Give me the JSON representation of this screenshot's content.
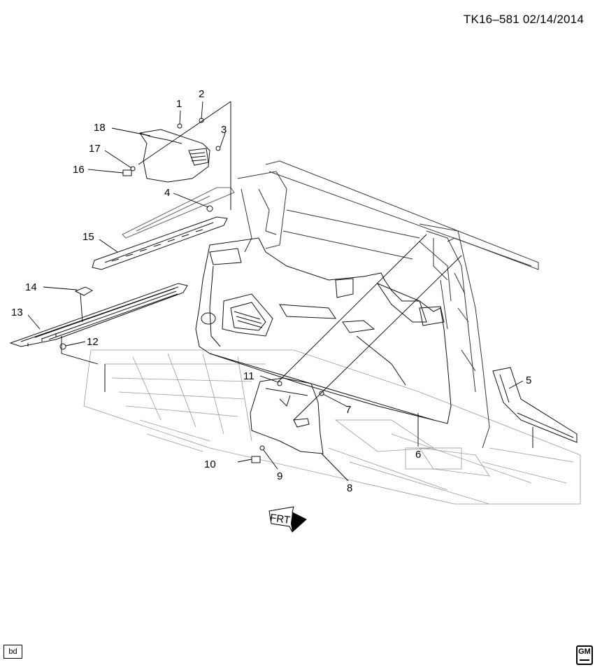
{
  "header": {
    "diagram_code": "TK16–581",
    "date": "02/14/2014"
  },
  "callouts": {
    "c1": "1",
    "c2": "2",
    "c3": "3",
    "c4": "4",
    "c5": "5",
    "c6": "6",
    "c7": "7",
    "c8": "8",
    "c9": "9",
    "c10": "10",
    "c11": "11",
    "c12": "12",
    "c13": "13",
    "c14": "14",
    "c15": "15",
    "c16": "16",
    "c17": "17",
    "c18": "18"
  },
  "direction_arrow": {
    "label": "FRT"
  },
  "footer": {
    "code_box": "bd",
    "logo_text": "GM"
  },
  "icons": [
    "front-direction-arrow-icon",
    "gm-logo-icon"
  ]
}
